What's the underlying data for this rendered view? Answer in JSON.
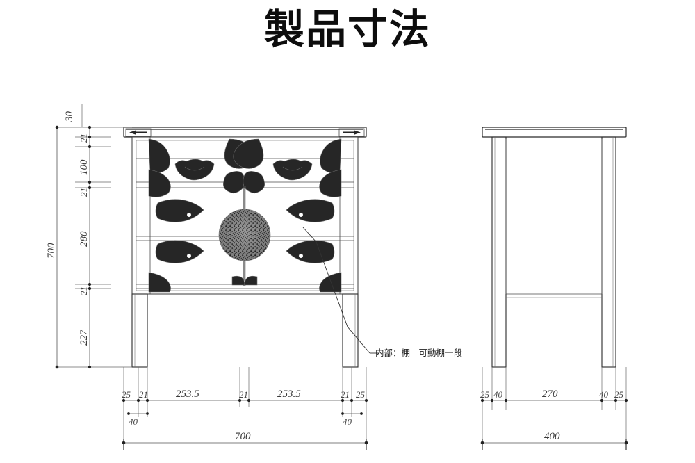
{
  "title": "製品寸法",
  "drawing": {
    "note": "内部：棚　可動棚一段",
    "front_view": {
      "label": "front-elevation",
      "total_width": "700",
      "total_height": "700"
    },
    "side_view": {
      "label": "side-elevation",
      "total_width": "400"
    }
  },
  "dimensions": {
    "vertical_left": [
      {
        "value": "30"
      },
      {
        "value": "21"
      },
      {
        "value": "100"
      },
      {
        "value": "21"
      },
      {
        "value": "280"
      },
      {
        "value": "21"
      },
      {
        "value": "227"
      }
    ],
    "vertical_total": "700",
    "front_horizontal": [
      {
        "value": "25"
      },
      {
        "value": "21"
      },
      {
        "value": "253.5"
      },
      {
        "value": "21"
      },
      {
        "value": "253.5"
      },
      {
        "value": "21"
      },
      {
        "value": "25"
      }
    ],
    "front_sub_left": "40",
    "front_sub_right": "40",
    "front_total": "700",
    "side_horizontal": [
      {
        "value": "25"
      },
      {
        "value": "40"
      },
      {
        "value": "270"
      },
      {
        "value": "40"
      },
      {
        "value": "25"
      }
    ],
    "side_total": "400"
  },
  "colors": {
    "ink": "#2b2b2b",
    "dim": "#555555",
    "background": "#ffffff"
  }
}
